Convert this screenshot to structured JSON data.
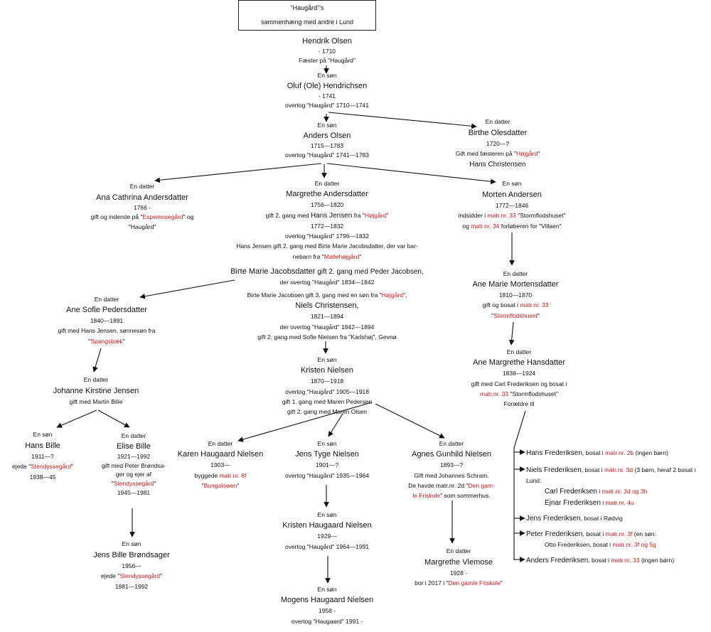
{
  "title": {
    "line1": "\"Haugård\"'s",
    "line2": "sammenhæng med andre i Lund"
  },
  "colors": {
    "highlight": "#d0181e",
    "line": "#111111"
  },
  "nodes": {
    "hendrik": {
      "name": "Hendrik Olsen",
      "l1": "- 1710",
      "l2": "Fæster på \"Haugård\""
    },
    "oluf": {
      "rel": "En søn",
      "name": "Oluf (Ole) Hendrichsen",
      "l1": "- 1741",
      "l2": "overtog \"Haugård\" 1710—1741"
    },
    "anders": {
      "rel": "En søn",
      "name": "Anders Olsen",
      "l1": "1715—1783",
      "l2": "overtog \"Haugård\" 1741—1783"
    },
    "birthe": {
      "rel": "En datter",
      "name": "Birthe Olesdatter",
      "l1": "1720—?",
      "l2a": "Gift med fæsteren på \"",
      "l2b": "Højgård",
      "l2c": "\"",
      "l3": "Hans Christensen"
    },
    "ana": {
      "rel": "En datter",
      "name": "Ana Cathrina Andersdatter",
      "l1": "1766 -",
      "l2a": "gift og inderste på \"",
      "l2b": "Espemosegård",
      "l2c": "\" og",
      "l3": "\"Haugård\""
    },
    "margrethe": {
      "rel": "En datter",
      "name": "Margrethe Andersdatter",
      "l1": "1756—1820",
      "l2a": "gift 2. gang med ",
      "l2n": "Hans Jensen",
      "l2b": " fra \"",
      "l2c": "Højgård",
      "l2d": "\"",
      "l3": "1772—1832",
      "l4": "overtog \"Haugård\" 1796—1832",
      "l5": "Hans Jensen gift 2. gang med Birte Marie Jacobsdatter, der var bar-",
      "l6a": "nebarn fra \"",
      "l6b": "Møllehøjgård",
      "l6c": "\""
    },
    "morten": {
      "rel": "En søn",
      "name": "Morten Andersen",
      "l1": "1772—1846",
      "l2a": "indsidder i ",
      "l2b": "matr.nr. 33",
      "l2c": " \"Stormflodshuset\"",
      "l3a": "og ",
      "l3b": "matr.nr. 34",
      "l3c": " forløberen for \"Villaen\""
    },
    "birteM": {
      "name": "Birte Marie Jacobsdatter",
      "t": " gift 2. gang med Peder Jacobsen,",
      "l1": "der overtog \"Haugård\" 1834—1842"
    },
    "niels": {
      "l0a": "Birte Marie Jacobsen gift 3. gang med en søn fra \"",
      "l0b": "Højgård",
      "l0c": "\",",
      "name": "Niels Christensen,",
      "l1": "1821—1894",
      "l2": "der overtog \"Haugård\" 1842—1894",
      "l3": "gift 2. gang med Sofie Nielsen fra \"Karlshøj\", Gevnø"
    },
    "aneSofie": {
      "rel": "En datter",
      "name": "Ane Sofie Pedersdatter",
      "l1": "1840—1891",
      "l2": "gift med Hans Jensen, sønnesøn fra",
      "l3a": "\"",
      "l3b": "Spangsbæk",
      "l3c": "\""
    },
    "aneMarie": {
      "rel": "En datter",
      "name": "Ane Marie Mortensdatter",
      "l1": "1810—1870",
      "l2a": "gift og bosat i ",
      "l2b": "matr.nr. 33",
      "l3a": "\"",
      "l3b": "Stormflodshuset",
      "l3c": "\""
    },
    "kristen": {
      "rel": "En søn",
      "name": "Kristen Nielsen",
      "l1": "1870—1918",
      "l2": "overtog \"Haugård\" 1905—1918",
      "l3": "gift 1. gang med Maren Pedersen",
      "l4": "gift 2. gang med Maren Olsen"
    },
    "aneMargrethe": {
      "rel": "En datter",
      "name": "Ane Margrethe Hansdatter",
      "l1": "1838—1924",
      "l2": "gift med Carl Frederiksen og bosat i",
      "l3a": "matr.nr. 33",
      "l3b": " \"Stormflodshuset\"",
      "l4": "Forældre til"
    },
    "johanne": {
      "rel": "En datter",
      "name": "Johanne Kirstine Jensen",
      "l1": "gift med Martin Bille"
    },
    "hansBille": {
      "rel": "En søn",
      "name": "Hans Bille",
      "l1": "1911—?",
      "l2a": "ejede \"",
      "l2b": "Stendyssegård",
      "l2c": "\"",
      "l3": "1938—45"
    },
    "elise": {
      "rel": "En datter",
      "name": "Elise Bille",
      "l1": "1921—1992",
      "l2": "gift med Peter Brøndsa-",
      "l3": "ger og ejer af",
      "l4a": "\"",
      "l4b": "Stendyssegård",
      "l4c": "\"",
      "l5": "1945—1981"
    },
    "karen": {
      "rel": "En datter",
      "name": "Karen Haugaard Nielsen",
      "l1": "1903—",
      "l2a": "byggede ",
      "l2b": "matr.nr. 6f",
      "l3a": "\"",
      "l3b": "Bungalowen",
      "l3c": "\""
    },
    "jensTyge": {
      "rel": "En søn",
      "name": "Jens Tyge Nielsen",
      "l1": "1901—?",
      "l2": "overtog \"Haugård\" 1935—1964"
    },
    "agnes": {
      "rel": "En datter",
      "name": "Agnes Gunhild Nielsen",
      "l1": "1893—?",
      "l2": "Gift med Johannes Schram.",
      "l3a": "De havde matr.nr. 2d \"",
      "l3b": "Den gam-",
      "l4a": "le Friskole",
      "l4b": "\" som sommerhus."
    },
    "jensBille": {
      "rel": "En søn",
      "name": "Jens Bille Brøndsager",
      "l1": "1956—",
      "l2a": "ejede \"",
      "l2b": "Stendyssegård",
      "l2c": "\"",
      "l3": "1981—1992"
    },
    "kristenH": {
      "rel": "En søn",
      "name": "Kristen Haugaard Nielsen",
      "l1": "1929—",
      "l2": "overtog \"Haugård\" 1964—1991"
    },
    "margretheV": {
      "rel": "En datter",
      "name": "Margrethe Vlemose",
      "l1": "1928 -",
      "l2a": "bor i 2017 i \"",
      "l2b": "Den gamle Friskole",
      "l2c": "\""
    },
    "mogens": {
      "rel": "En søn",
      "name": "Mogens Haugaard Nielsen",
      "l1": "1958 -",
      "l2": "overtog \"Haugaard\" 1991 -"
    }
  },
  "children": [
    {
      "name": "Hans Frederiksen",
      "t1": ", bosat i ",
      "r1": "matr.nr. 2b",
      "t2": " (ingen børn)"
    },
    {
      "name": "Niels Frederiksen",
      "t1": ", bosat i ",
      "r1": "matr.nr. 3d",
      "t2": " (3 børn, heraf 2 bosat i",
      "t3": "Lund:"
    },
    {
      "name": "Carl Frederiksen",
      "t1": " i ",
      "r1": "matr.nr. 3d og 3h"
    },
    {
      "name": "Ejnar Frederiksen",
      "t1": " i ",
      "r1": "matr.nr. 4u"
    },
    {
      "name": "Jens Frederiksen",
      "t1": ", bosat i Rødvig"
    },
    {
      "name": "Peter Frederiksen",
      "t1": ", bosat i ",
      "r1": "matr.nr. 3f",
      "t2": " (en søn:",
      "t3a": "Otto Frederiksen, bosat i ",
      "t3b": "matr.nr. 3f og 5g"
    },
    {
      "name": "Anders Frederiksen",
      "t1": ", bosat i ",
      "r1": "matr.nr. 33",
      "t2": " (ingen børn)"
    }
  ]
}
